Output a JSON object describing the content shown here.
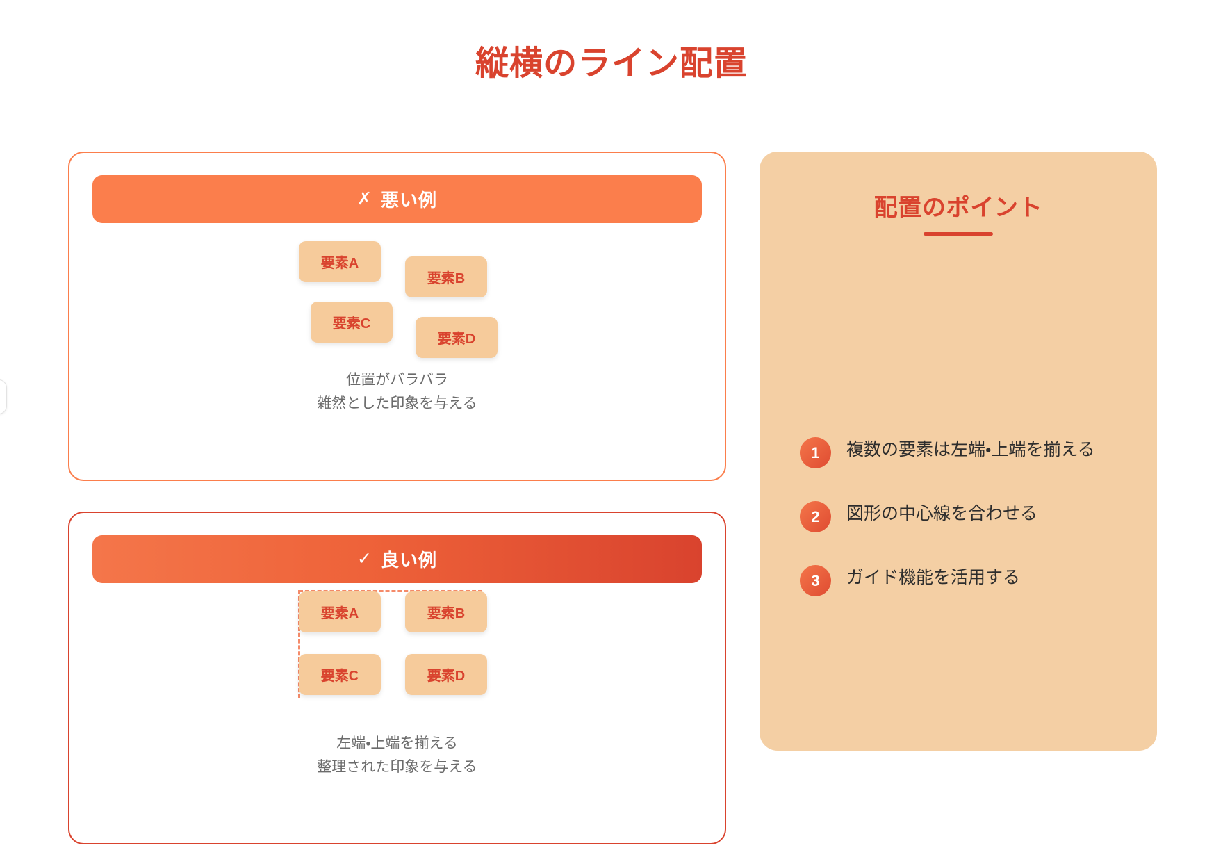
{
  "page": {
    "title": "縦横のライン配置"
  },
  "bad_example": {
    "header_mark": "✗",
    "header_label": "悪い例",
    "elements": [
      {
        "label": "要素A"
      },
      {
        "label": "要素B"
      },
      {
        "label": "要素C"
      },
      {
        "label": "要素D"
      }
    ],
    "caption_line1": "位置がバラバラ",
    "caption_line2": "雑然とした印象を与える"
  },
  "good_example": {
    "header_mark": "✓",
    "header_label": "良い例",
    "elements": [
      {
        "label": "要素A"
      },
      {
        "label": "要素B"
      },
      {
        "label": "要素C"
      },
      {
        "label": "要素D"
      }
    ],
    "caption_line1": "左端・上端を揃える",
    "caption_line2": "整理された印象を与える"
  },
  "tips": {
    "title": "配置のポイント",
    "items": [
      {
        "number": "1",
        "text": "複数の要素は左端・上端を揃える"
      },
      {
        "number": "2",
        "text": "図形の中心線を合わせる"
      },
      {
        "number": "3",
        "text": "ガイド機能を活用する"
      }
    ]
  },
  "colors": {
    "brand_red": "#d9432e",
    "brand_orange": "#fb7e4c",
    "chip_fill": "#f6cb9b",
    "panel_fill": "#f4cfa4",
    "guide_line": "#f58b6a",
    "caption_text": "#6b6b6b"
  }
}
